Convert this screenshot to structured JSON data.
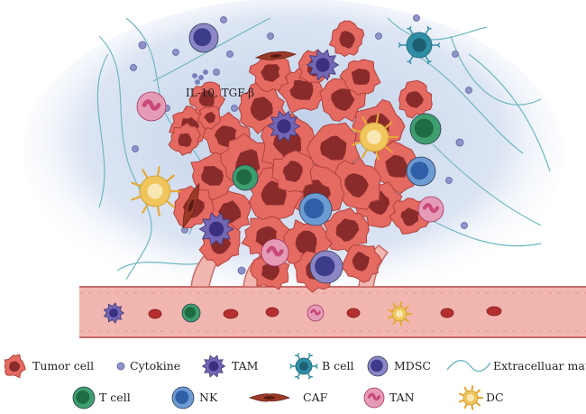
{
  "annotation": {
    "cytokines": "IL-10, TGF-β"
  },
  "legend": {
    "row1": [
      {
        "key": "tumor",
        "label": "Tumor cell"
      },
      {
        "key": "cytokine",
        "label": "Cytokine"
      },
      {
        "key": "tam",
        "label": "TAM"
      },
      {
        "key": "bcell",
        "label": "B cell"
      },
      {
        "key": "mdsc",
        "label": "MDSC"
      },
      {
        "key": "ecm",
        "label": "Extracelluar matrix"
      }
    ],
    "row2": [
      {
        "key": "tcell",
        "label": "T cell"
      },
      {
        "key": "nk",
        "label": "NK"
      },
      {
        "key": "caf",
        "label": "CAF"
      },
      {
        "key": "tan",
        "label": "TAN"
      },
      {
        "key": "dc",
        "label": "DC"
      }
    ]
  },
  "colors": {
    "tumor": "#e46a62",
    "tumor_dark": "#8a2b2b",
    "cytokine": "#8e93c8",
    "tam": "#7366b4",
    "bcell": "#2e8fa6",
    "mdsc": "#8c86c6",
    "tcell": "#3f9e6f",
    "nk": "#6c9ad2",
    "caf": "#9c3a2a",
    "tan": "#c9497a",
    "dc": "#f0c55b",
    "vessel": "#f2b6b0",
    "ecm": "#6fb7c2",
    "halo": "#b9cbe6"
  }
}
